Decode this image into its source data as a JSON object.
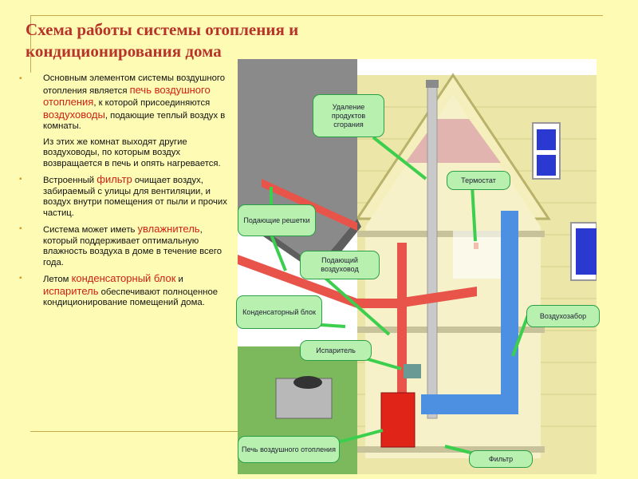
{
  "title": "Схема работы системы отопления и кондиционирования дома",
  "paragraphs": {
    "p1_a": "Основным элементом системы воздушного отопления является ",
    "p1_hl1": "печь воздушного отопления",
    "p1_b": ", к которой присоединяются ",
    "p1_hl2": "воздуховоды",
    "p1_c": ", подающие теплый воздух в комнаты.",
    "p1_sub": "Из этих же комнат выходят другие воздуховоды, по которым воздух возвращается в печь и опять нагревается.",
    "p2_a": "Встроенный ",
    "p2_hl": "фильтр",
    "p2_b": " очищает воздух, забираемый с улицы для вентиляции, и воздух внутри помещения от пыли и прочих частиц.",
    "p3_a": "Система может иметь ",
    "p3_hl": "увлажнитель",
    "p3_b": ", который поддерживает оптимальную влажность воздуха в доме в течение всего года.",
    "p4_a": "Летом ",
    "p4_hl1": "конденсаторный блок",
    "p4_b": " и ",
    "p4_hl2": "испаритель",
    "p4_c": " обеспечивают полноценное кондиционирование помещений дома."
  },
  "callouts": {
    "flue": "Удаление продуктов сгорания",
    "thermostat": "Термостат",
    "supply_grilles": "Подающие решетки",
    "supply_duct": "Подающий воздуховод",
    "condenser": "Конденсаторный блок",
    "evaporator": "Испаритель",
    "air_intake": "Воздухозабор",
    "furnace": "Печь воздушного отопления",
    "filter": "Фильтр"
  },
  "colors": {
    "background": "#fefcb4",
    "title": "#b8342a",
    "highlight": "#d11f16",
    "supply_duct": "#e8534a",
    "return_duct": "#4d8fe0",
    "callout_fill": "#b8f0b0",
    "arrow": "#3ccf4e"
  }
}
